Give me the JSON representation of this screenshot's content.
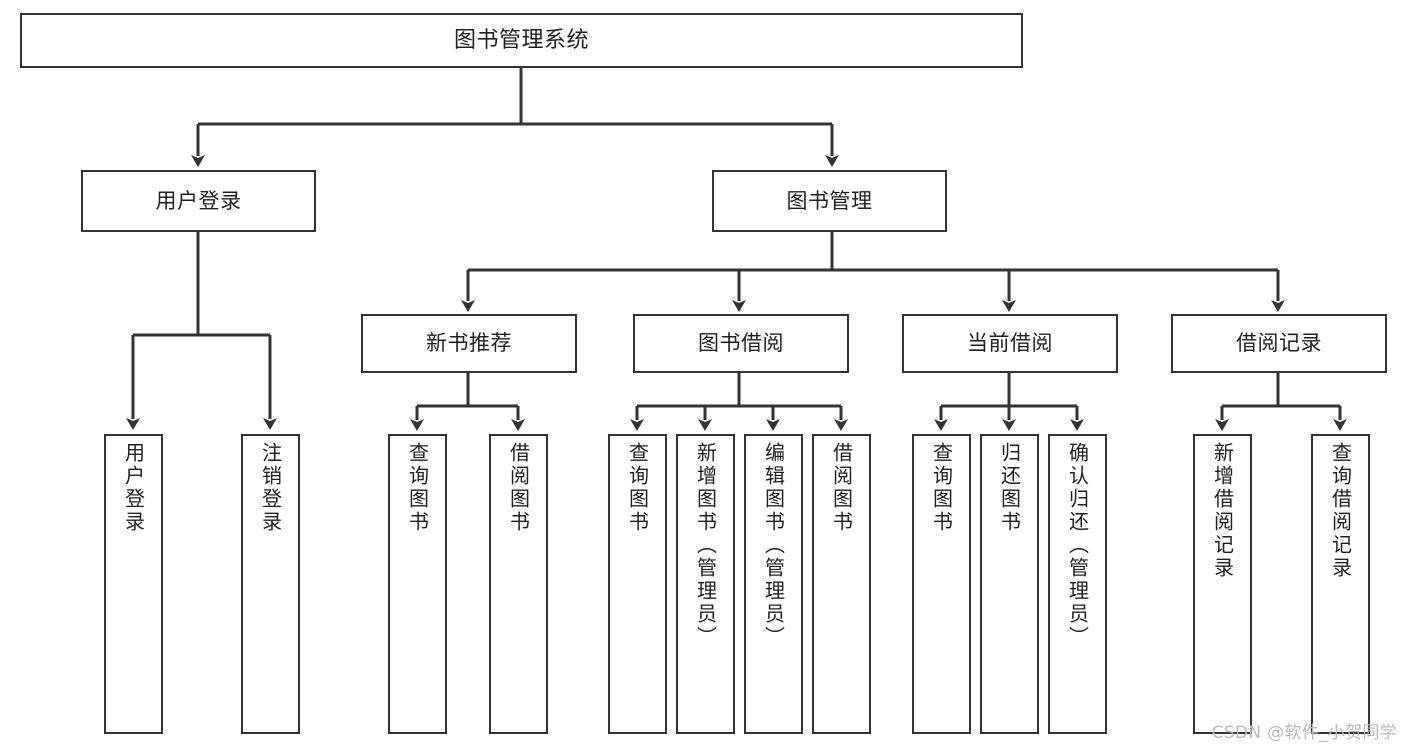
{
  "diagram": {
    "title": "图书管理系统",
    "type": "tree-hierarchy-chart",
    "watermark": "CSDN @软件_小贺同学",
    "colors": {
      "background": "#ffffff",
      "box_border": "#333333",
      "box_fill": "#ffffff",
      "text": "#1f1f1f",
      "edge": "#333333",
      "watermark": "#b9b9b9"
    },
    "root": {
      "label": "图书管理系统"
    },
    "level2": [
      {
        "label": "用户登录"
      },
      {
        "label": "图书管理"
      }
    ],
    "level3": [
      {
        "label": "新书推荐"
      },
      {
        "label": "图书借阅"
      },
      {
        "label": "当前借阅"
      },
      {
        "label": "借阅记录"
      }
    ],
    "leaves": {
      "user_login": [
        {
          "label": "用户登录"
        },
        {
          "label": "注销登录"
        }
      ],
      "new_book": [
        {
          "label": "查询图书"
        },
        {
          "label": "借阅图书"
        }
      ],
      "book_borrow": [
        {
          "label": "查询图书"
        },
        {
          "label": "新增图书（管理员）"
        },
        {
          "label": "编辑图书（管理员）"
        },
        {
          "label": "借阅图书"
        }
      ],
      "current_borrow": [
        {
          "label": "查询图书"
        },
        {
          "label": "归还图书"
        },
        {
          "label": "确认归还（管理员）"
        }
      ],
      "borrow_record": [
        {
          "label": "新增借阅记录"
        },
        {
          "label": "查询借阅记录"
        }
      ]
    }
  }
}
